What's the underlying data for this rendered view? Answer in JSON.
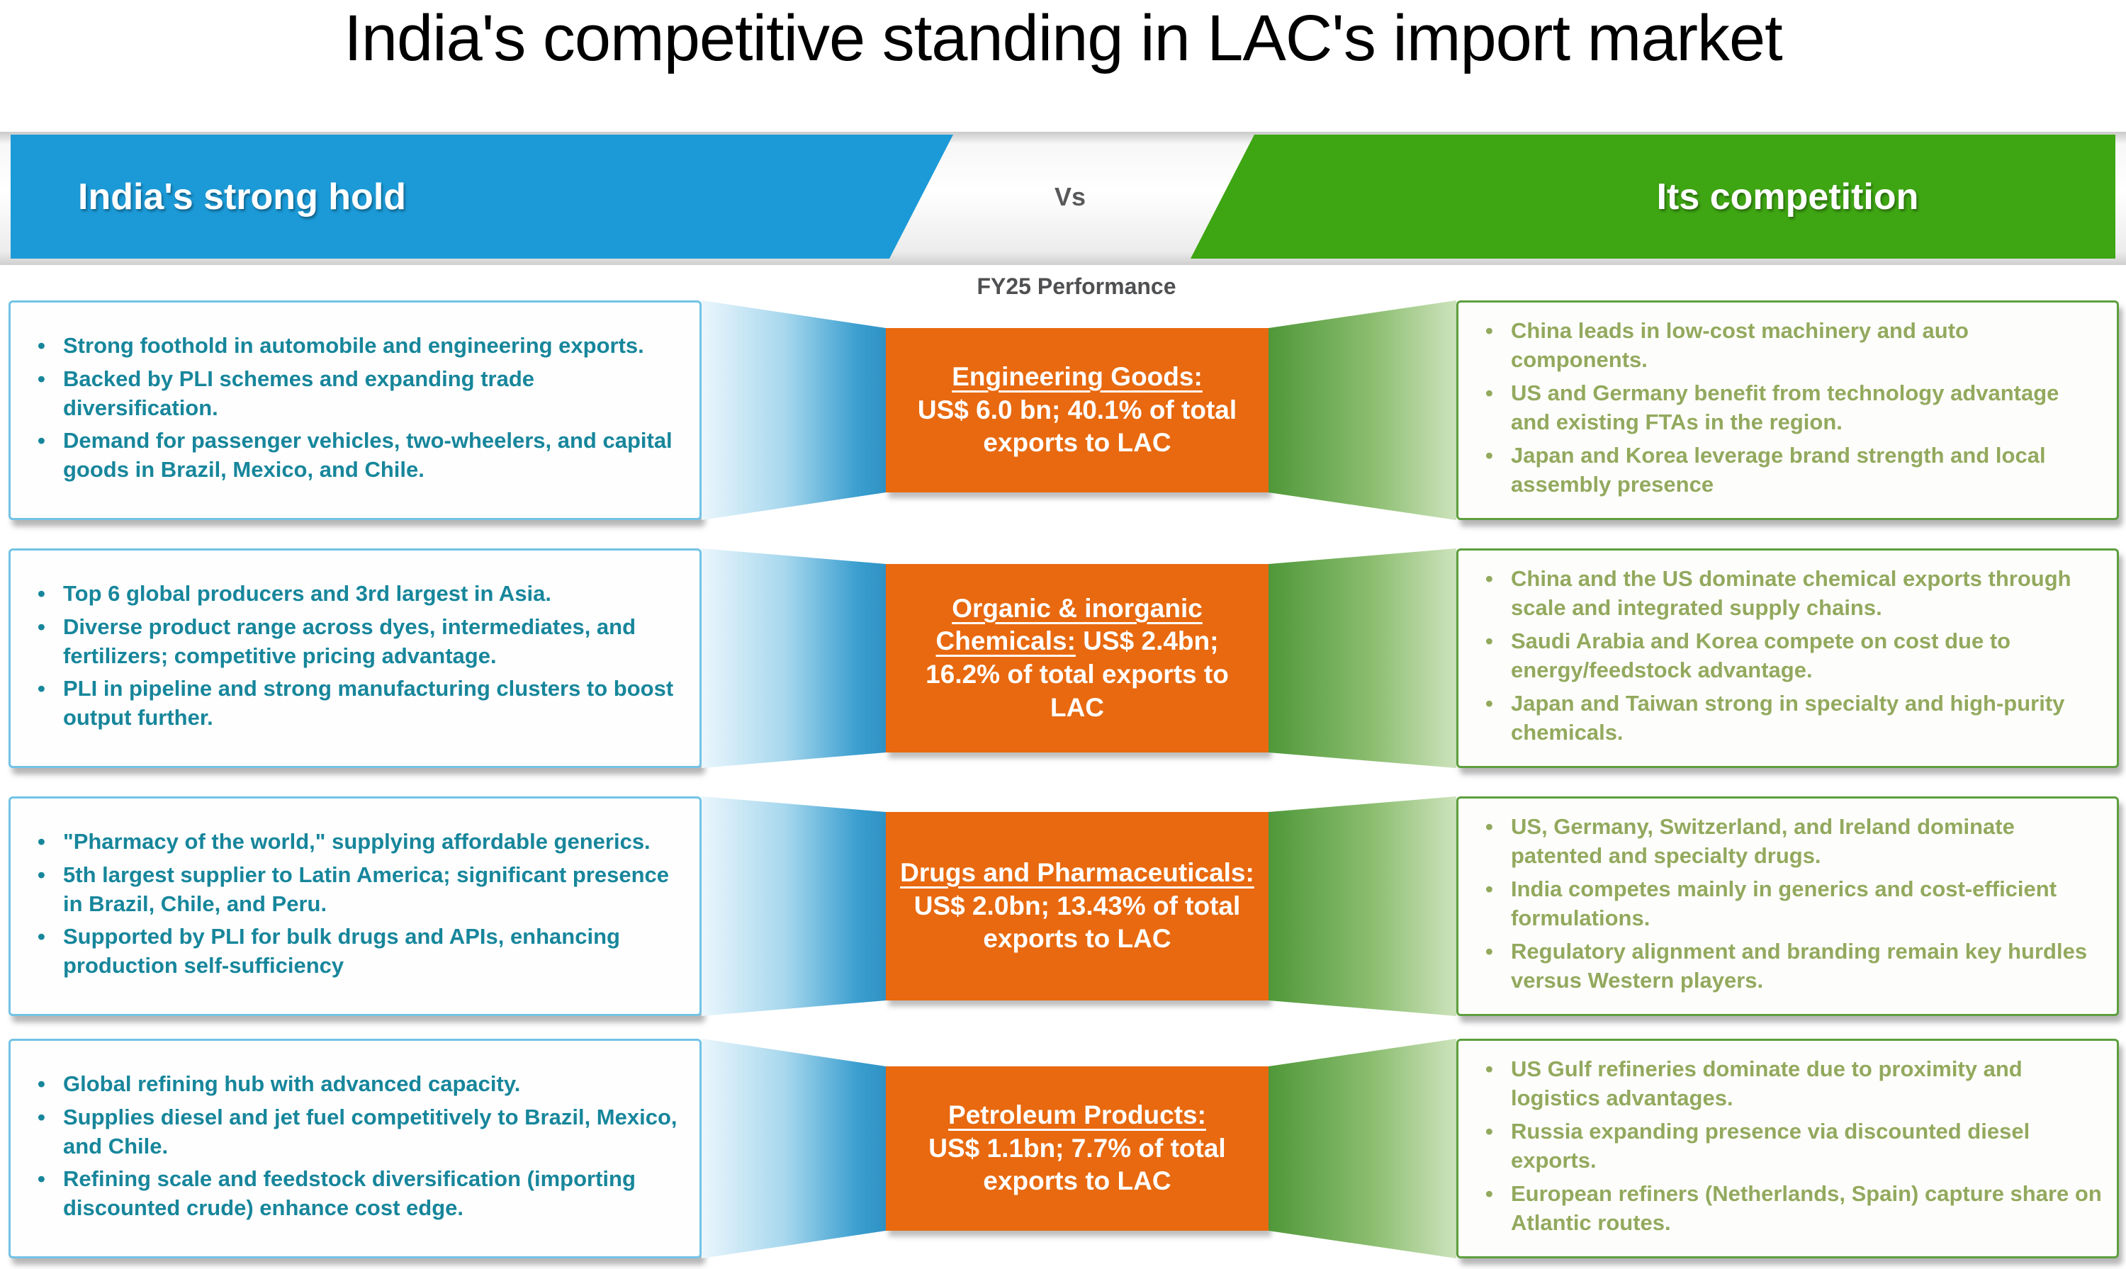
{
  "title": "India's competitive standing in LAC's import market",
  "header": {
    "india_label": "India's strong hold",
    "vs_label": "Vs",
    "competition_label": "Its competition",
    "performance_label": "FY25 Performance"
  },
  "colors": {
    "india_band": "#1b9ad7",
    "competition_band": "#3ea513",
    "category_box": "#e8690f",
    "india_text": "#17869b",
    "competition_text": "#93a95e",
    "india_border": "#73c3e6",
    "competition_border": "#5d9f3e"
  },
  "rows": [
    {
      "india": [
        "Strong foothold in automobile and engineering exports.",
        "Backed by PLI schemes and expanding trade diversification.",
        "Demand for passenger vehicles, two-wheelers, and capital goods in Brazil, Mexico, and Chile."
      ],
      "center": {
        "title": "Engineering Goods:",
        "stat": "US$ 6.0 bn; 40.1% of total exports to LAC"
      },
      "competition": [
        "China leads in low-cost machinery and auto components.",
        "US and Germany benefit from technology advantage and existing FTAs in the region.",
        "Japan and Korea leverage brand strength and local assembly presence"
      ]
    },
    {
      "india": [
        "Top 6 global producers and 3rd largest in Asia.",
        "Diverse product range across dyes, intermediates, and fertilizers; competitive pricing advantage.",
        "PLI in pipeline and strong manufacturing clusters to boost output further."
      ],
      "center": {
        "title": "Organic & inorganic Chemicals:",
        "stat": "US$ 2.4bn; 16.2% of total exports to LAC"
      },
      "competition": [
        "China and the US dominate chemical exports through scale and integrated supply chains.",
        "Saudi Arabia and Korea compete on cost due to energy/feedstock advantage.",
        "Japan and Taiwan strong in specialty and high-purity chemicals."
      ]
    },
    {
      "india": [
        "\"Pharmacy of the world,\" supplying affordable generics.",
        "5th largest supplier to Latin America; significant presence in Brazil, Chile, and Peru.",
        "Supported by PLI for bulk drugs and APIs, enhancing production self-sufficiency"
      ],
      "center": {
        "title": "Drugs and Pharmaceuticals:",
        "stat": "US$ 2.0bn; 13.43% of total exports to LAC"
      },
      "competition": [
        "US, Germany, Switzerland, and Ireland dominate patented and specialty drugs.",
        "India competes mainly in generics and cost-efficient formulations.",
        "Regulatory alignment and branding remain key hurdles versus Western players."
      ]
    },
    {
      "india": [
        "Global refining hub with advanced capacity.",
        "Supplies diesel and jet fuel competitively to Brazil, Mexico, and Chile.",
        "Refining scale and feedstock diversification (importing discounted crude) enhance cost edge."
      ],
      "center": {
        "title": "Petroleum Products:",
        "stat": "US$ 1.1bn; 7.7% of total exports to LAC"
      },
      "competition": [
        "US Gulf refineries dominate due to proximity and logistics advantages.",
        "Russia expanding presence via discounted diesel exports.",
        "European refiners (Netherlands, Spain) capture share on Atlantic routes."
      ]
    }
  ]
}
